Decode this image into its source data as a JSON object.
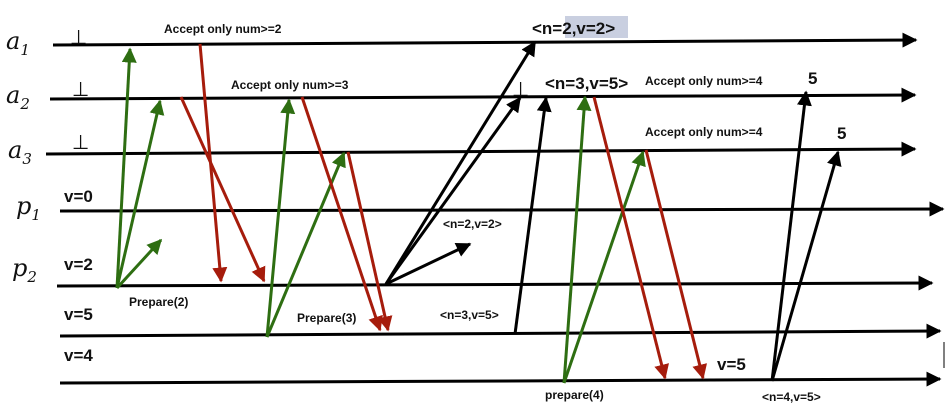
{
  "processes": [
    {
      "name": "a",
      "sub": "1"
    },
    {
      "name": "a",
      "sub": "2"
    },
    {
      "name": "a",
      "sub": "3"
    },
    {
      "name": "p",
      "sub": "1"
    },
    {
      "name": "p",
      "sub": "2"
    }
  ],
  "bottom_symbol": "⊥",
  "accept_labels": {
    "a1_num2": "Accept only num>=2",
    "a2_num3": "Accept only num>=3",
    "a2_num4": "Accept only num>=4",
    "a3_num4": "Accept only num>=4"
  },
  "accepted_values": {
    "a1": "<n=2,v=2>",
    "a2": "<n=3,v=5>",
    "a2_final": "5",
    "a3_final": "5"
  },
  "proposer_values": {
    "p1": "v=0",
    "p2": "v=2",
    "p3": "v=5",
    "p4": "v=4",
    "p4_later": "v=5"
  },
  "prepare_labels": {
    "prepare2": "Prepare(2)",
    "prepare3": "Prepare(3)",
    "prepare4": "prepare(4)"
  },
  "messages": {
    "n2v2": "<n=2,v=2>",
    "n3v5": "<n=3,v=5>",
    "n4v5": "<n=4,v=5>"
  },
  "colors": {
    "timeline": "#000000",
    "prepare_arrow": "#2e6e12",
    "promise_arrow": "#a61c0c",
    "accept_arrow": "#000000",
    "highlight": "#c9cfe0"
  }
}
